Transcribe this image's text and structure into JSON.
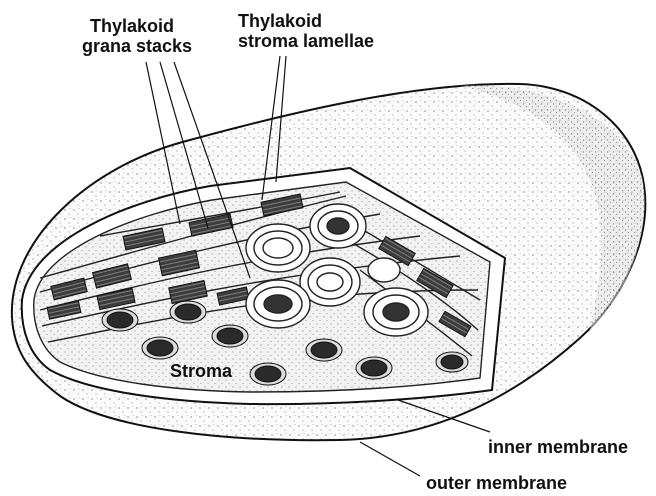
{
  "labels": {
    "grana_line1": "Thylakoid",
    "grana_line2": "grana stacks",
    "lamellae_line1": "Thylakoid",
    "lamellae_line2": "stroma lamellae",
    "stroma": "Stroma",
    "inner_membrane": "inner membrane",
    "outer_membrane": "outer membrane"
  }
}
